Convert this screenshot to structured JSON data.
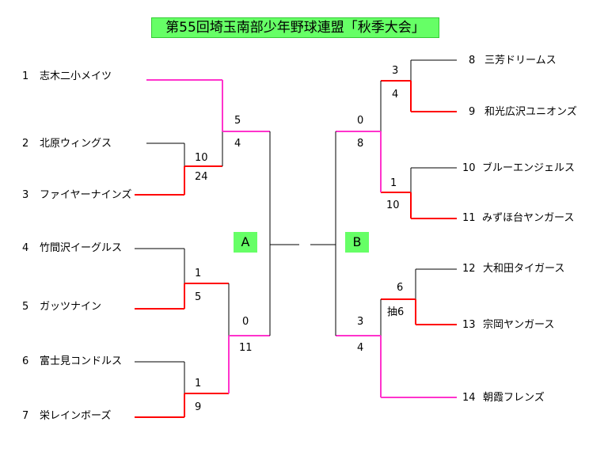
{
  "title": "第55回埼玉南部少年野球連盟「秋季大会」",
  "colors": {
    "win": "#ff0000",
    "advance": "#ff33cc",
    "line": "#000000",
    "block_bg": "#66ff66"
  },
  "blocks": {
    "a": "A",
    "b": "B"
  },
  "teams": [
    {
      "num": "1",
      "name": "志木二小メイツ"
    },
    {
      "num": "2",
      "name": "北原ウィングス"
    },
    {
      "num": "3",
      "name": "ファイヤーナインズ"
    },
    {
      "num": "4",
      "name": "竹間沢イーグルス"
    },
    {
      "num": "5",
      "name": "ガッツナイン"
    },
    {
      "num": "6",
      "name": "富士見コンドルス"
    },
    {
      "num": "7",
      "name": "栄レインボーズ"
    },
    {
      "num": "8",
      "name": "三芳ドリームス"
    },
    {
      "num": "9",
      "name": "和光広沢ユニオンズ"
    },
    {
      "num": "10",
      "name": "ブルーエンジェルス"
    },
    {
      "num": "11",
      "name": "みずほ台ヤンガース"
    },
    {
      "num": "12",
      "name": "大和田タイガース"
    },
    {
      "num": "13",
      "name": "宗岡ヤンガース"
    },
    {
      "num": "14",
      "name": "朝霞フレンズ"
    }
  ],
  "scores": {
    "m_1_23_top": "5",
    "m_1_23_bot": "4",
    "m_2_3_top": "10",
    "m_2_3_bot": "24",
    "m_4_5_top": "1",
    "m_4_5_bot": "5",
    "m_45_67_top": "0",
    "m_45_67_bot": "11",
    "m_6_7_top": "1",
    "m_6_7_bot": "9",
    "m_8_9_top": "3",
    "m_8_9_bot": "4",
    "m_89_1011_top": "0",
    "m_89_1011_bot": "8",
    "m_10_11_top": "1",
    "m_10_11_bot": "10",
    "m_12_13_top": "6",
    "m_12_13_bot": "抽6",
    "m_1213_14_top": "3",
    "m_1213_14_bot": "4"
  }
}
